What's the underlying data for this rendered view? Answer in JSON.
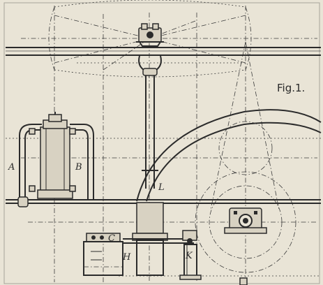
{
  "figure": {
    "title": "Fig.1.",
    "labels": {
      "a": "A",
      "b": "B",
      "c": "C",
      "h": "H",
      "k": "K",
      "l": "L"
    }
  },
  "colors": {
    "paper": "#e9e4d6",
    "ink": "#2b2b2b"
  }
}
